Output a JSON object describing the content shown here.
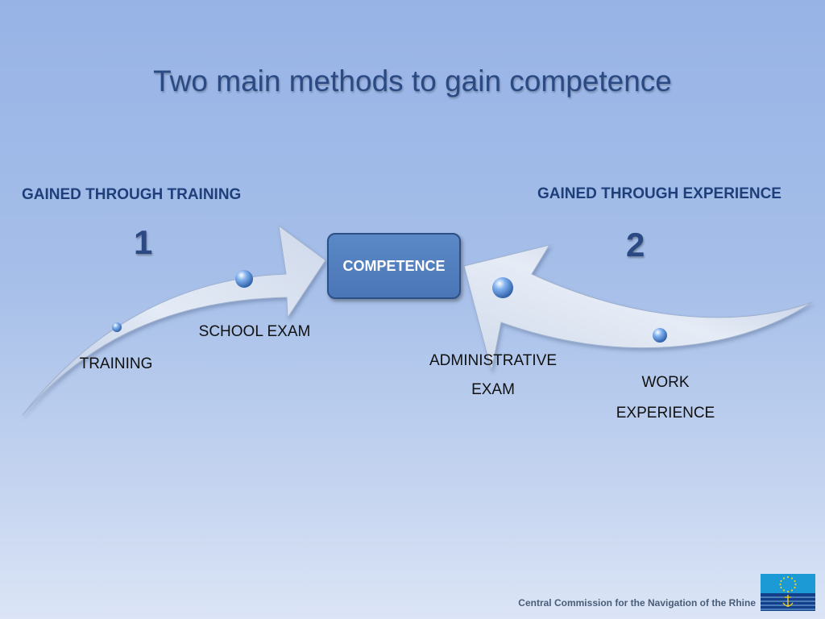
{
  "title": "Two main methods to gain competence",
  "left": {
    "heading": "GAINED THROUGH TRAINING",
    "number": "1",
    "steps": [
      "TRAINING",
      "SCHOOL EXAM"
    ]
  },
  "right": {
    "heading": "GAINED THROUGH EXPERIENCE",
    "number": "2",
    "steps": [
      "WORK EXPERIENCE",
      "ADMINISTRATIVE EXAM"
    ]
  },
  "center": {
    "label": "COMPETENCE"
  },
  "footer": {
    "text": "Central Commission for the Navigation of the Rhine"
  },
  "colors": {
    "title": "#2b4a83",
    "heading": "#1f3f7a",
    "box": "#4f7cbd",
    "box_border": "#2c4f86"
  },
  "icons": {
    "logo": "ccnr-flag-anchor-icon"
  }
}
